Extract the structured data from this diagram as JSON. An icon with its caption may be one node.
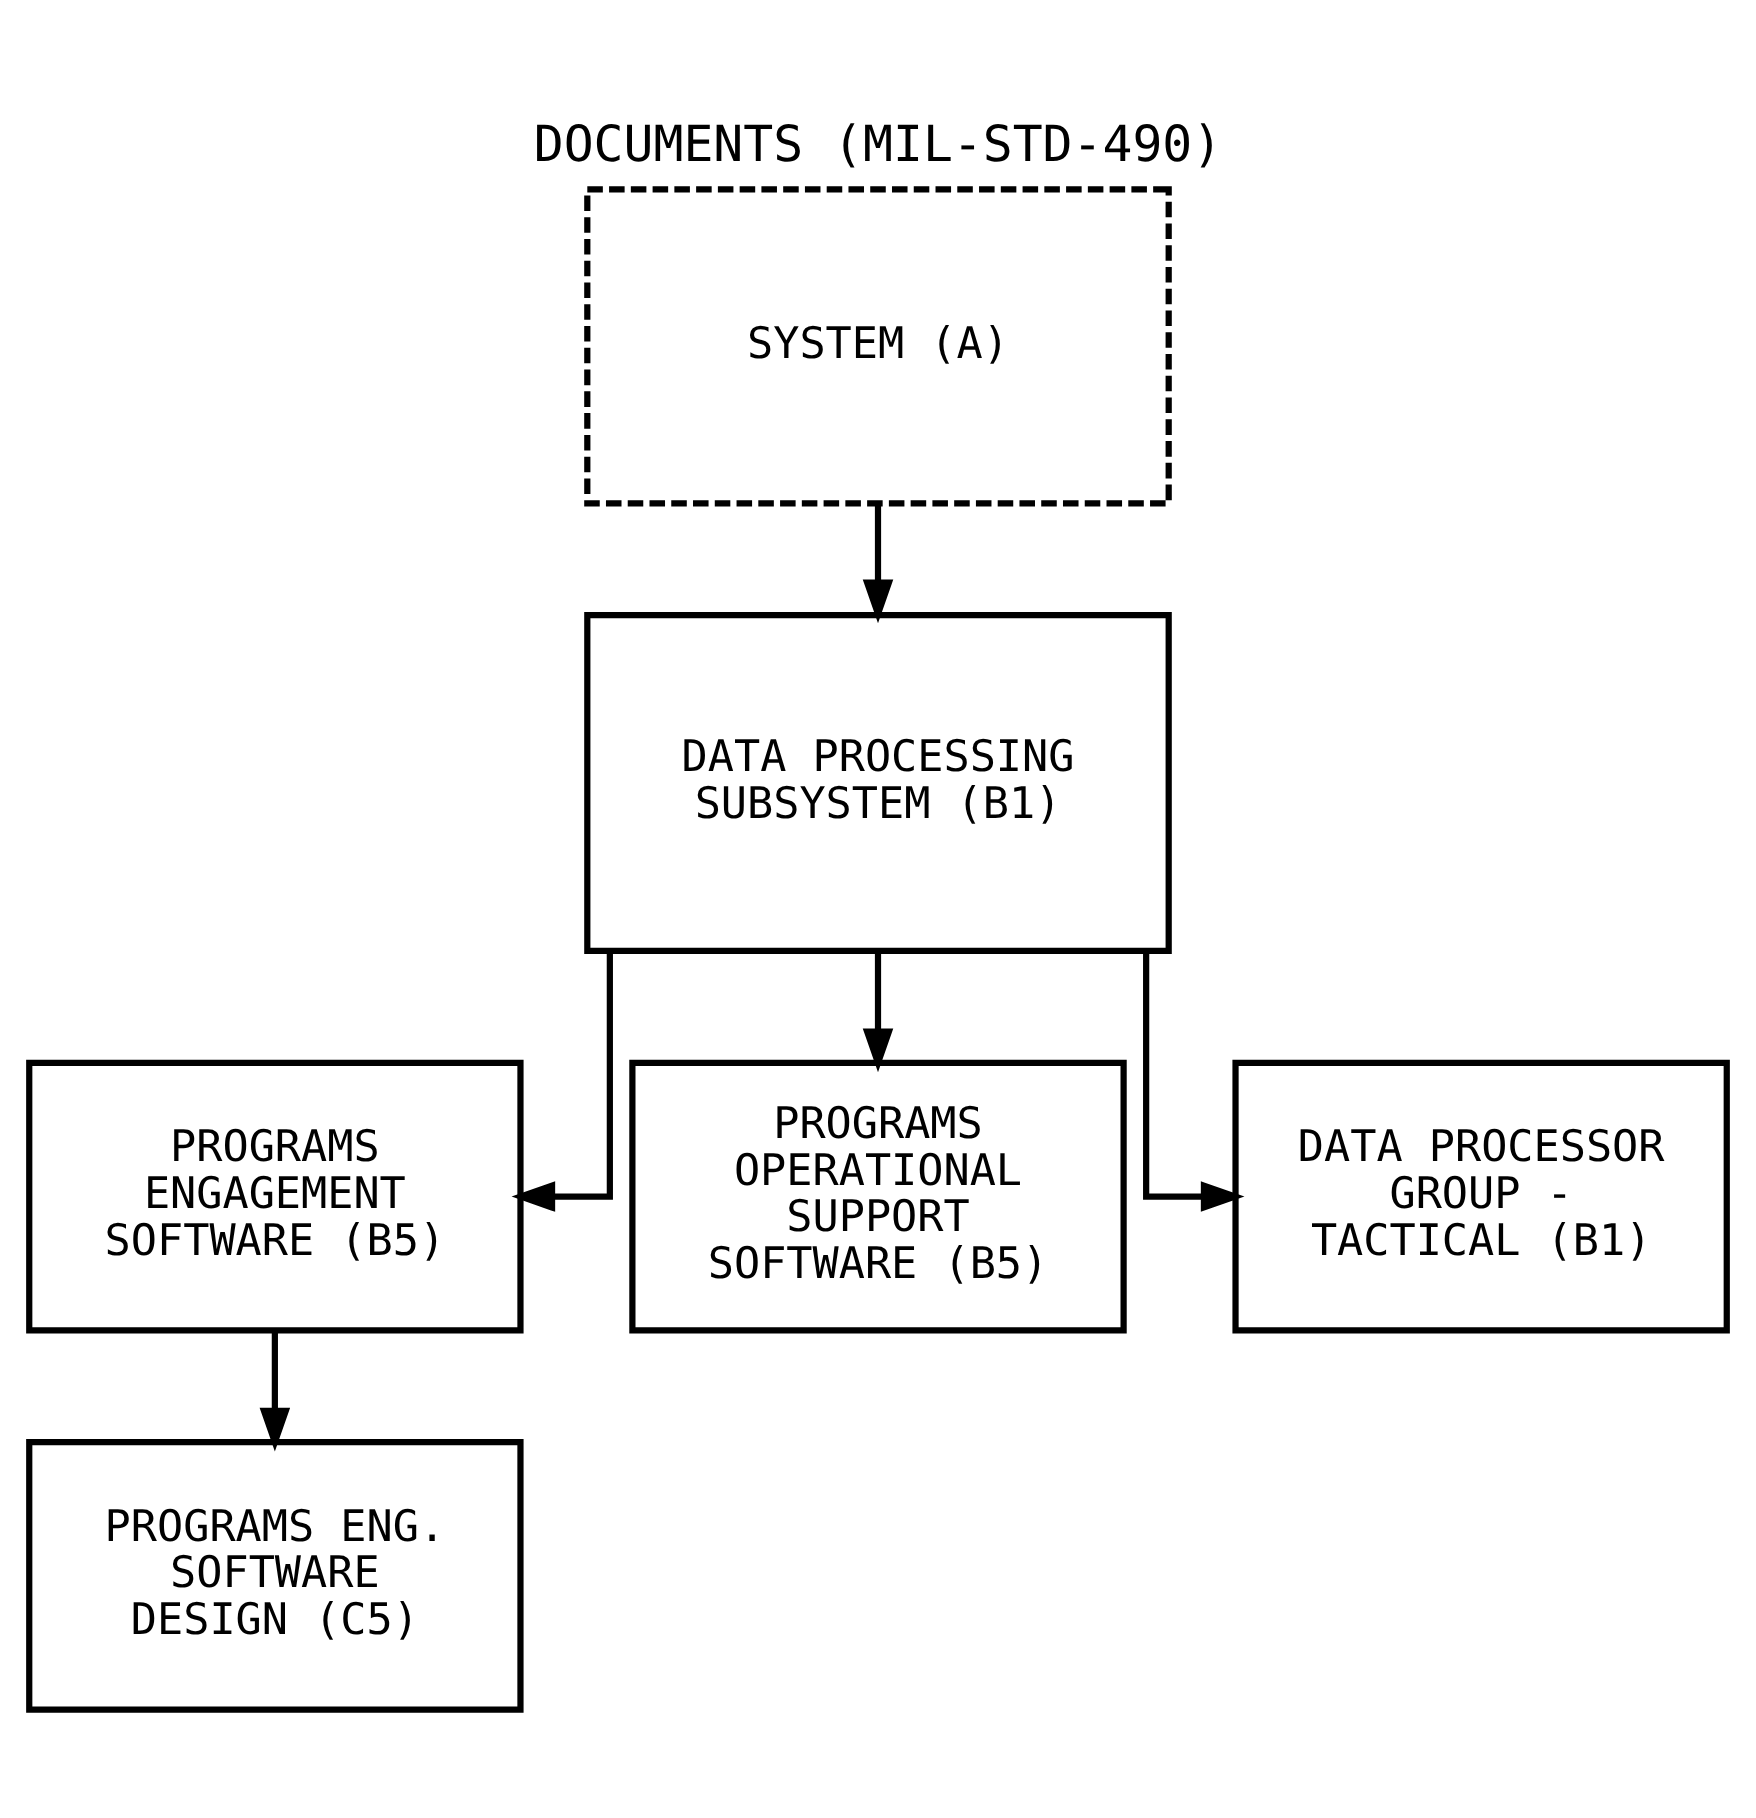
{
  "diagram": {
    "title": "DOCUMENTS (MIL-STD-490)",
    "nodes": [
      {
        "text": [
          "SYSTEM (A)"
        ]
      },
      {
        "text": [
          "DATA PROCESSING SUBSYSTEM (B1)"
        ]
      },
      {
        "text": [
          "PROGRAMS ENGAGEMENT SOFTWARE (B5)"
        ]
      },
      {
        "text": [
          "PROGRAMS OPERATIONAL SUPPORT SOFTWARE (B5)"
        ]
      },
      {
        "text": [
          "DATA PROCESSOR GROUP - TACTICAL (B1)"
        ]
      },
      {
        "text": [
          "PROGRAMS ENG. SOFTWARE DESIGN (C5)"
        ]
      }
    ],
    "edges": [
      {
        "from": 0,
        "to": 1,
        "arrow": "to"
      },
      {
        "from": 1,
        "to": 2,
        "arrow": "to"
      },
      {
        "from": 1,
        "to": 3,
        "arrow": "to"
      },
      {
        "from": 1,
        "to": 4,
        "arrow": "to"
      },
      {
        "from": 2,
        "to": 5,
        "arrow": "to"
      }
    ]
  }
}
